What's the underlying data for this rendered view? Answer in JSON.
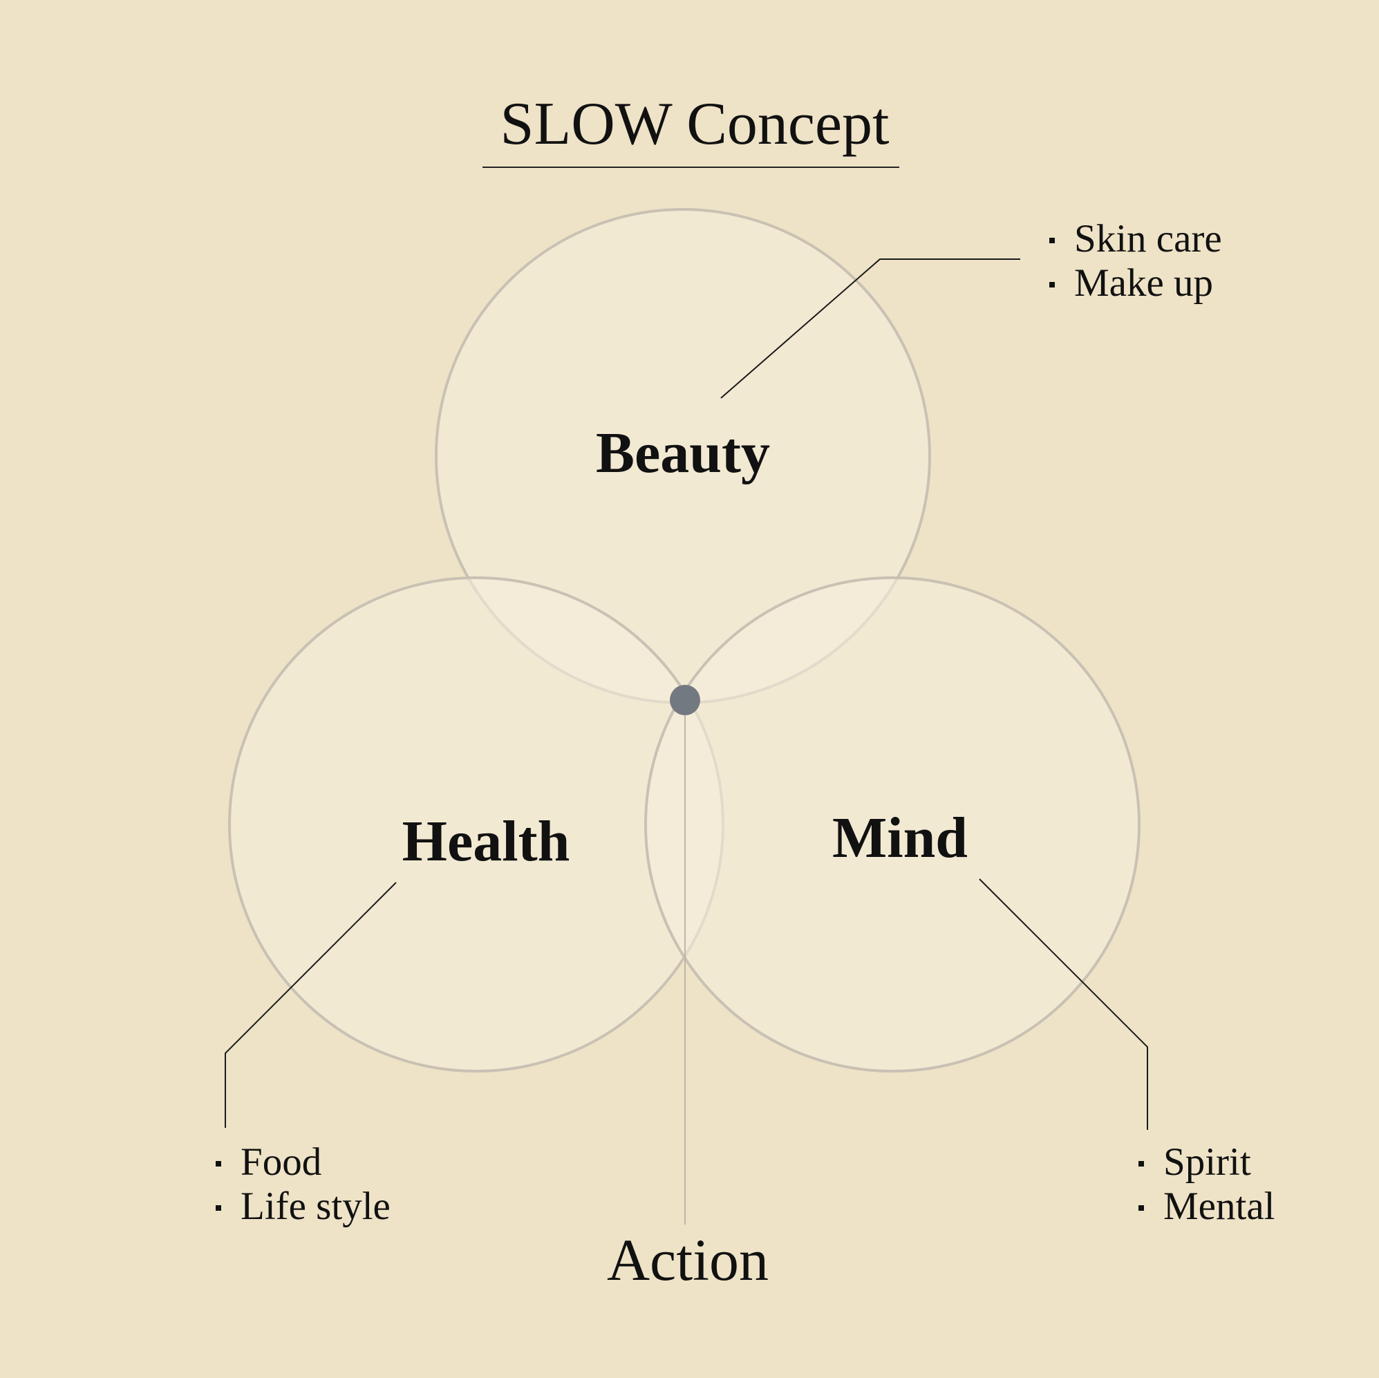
{
  "title": "SLOW Concept",
  "colors": {
    "background": "#EEE3C7",
    "circle_fill": "#F6EEDD",
    "circle_stroke": "#C9C1B3",
    "center_dot": "#737980",
    "leader_line": "#1A1A1A"
  },
  "circles": {
    "beauty": {
      "label": "Beauty",
      "items": [
        "Skin care",
        "Make up"
      ]
    },
    "health": {
      "label": "Health",
      "items": [
        "Food",
        "Life style"
      ]
    },
    "mind": {
      "label": "Mind",
      "items": [
        "Spirit",
        "Mental"
      ]
    }
  },
  "center": {
    "label": "Action"
  }
}
